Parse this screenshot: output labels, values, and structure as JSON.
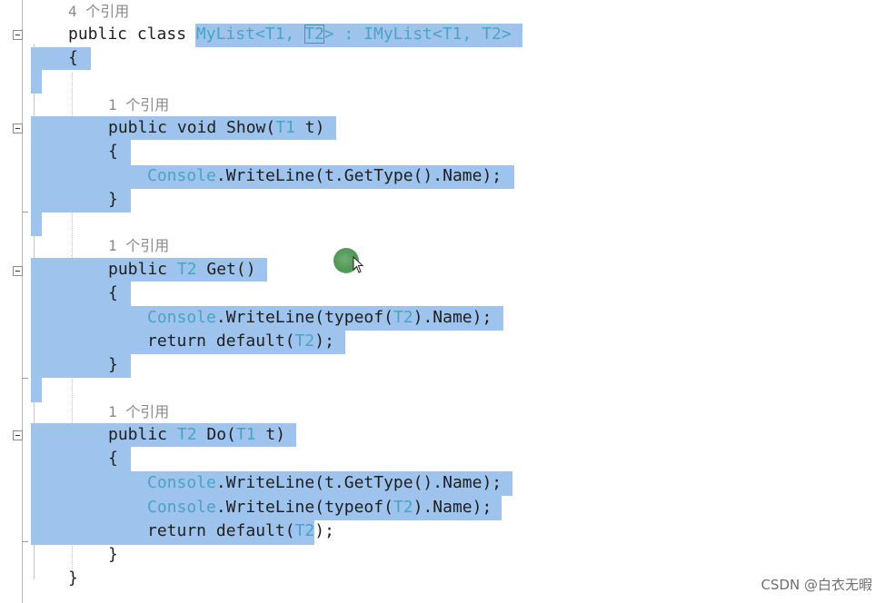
{
  "code": {
    "ref_class": "4 个引用",
    "class_kw": "public class ",
    "class_name": "MyList<T1, ",
    "class_t2": "T2",
    "class_rest": "> : IMyList<T1, T2>",
    "brace_open": "{",
    "brace_close": "}",
    "ref_show": "1 个引用",
    "show_sig_kw": "public void Show(",
    "show_sig_t1": "T1",
    "show_sig_rest": " t)",
    "console": "Console",
    "show_body_rest": ".WriteLine(t.GetType().Name);",
    "ref_get": "1 个引用",
    "get_kw": "public ",
    "t2": "T2",
    "get_rest": " Get()",
    "writeline_typeof": ".WriteLine(typeof(",
    "typeof_rest": ").Name);",
    "return_default": "return default(",
    "return_rest": ");",
    "ref_do": "1 个引用",
    "do_rest": " Do(",
    "t1": "T1",
    "do_param": " t)",
    "do_body1_rest": ".WriteLine(t.GetType().Name);"
  },
  "watermark": "CSDN @白衣无暇",
  "colors": {
    "selection": "#9ec4ee",
    "type": "#4aa3c6",
    "text": "#1e1e1e",
    "reference": "#8a8a8a"
  }
}
